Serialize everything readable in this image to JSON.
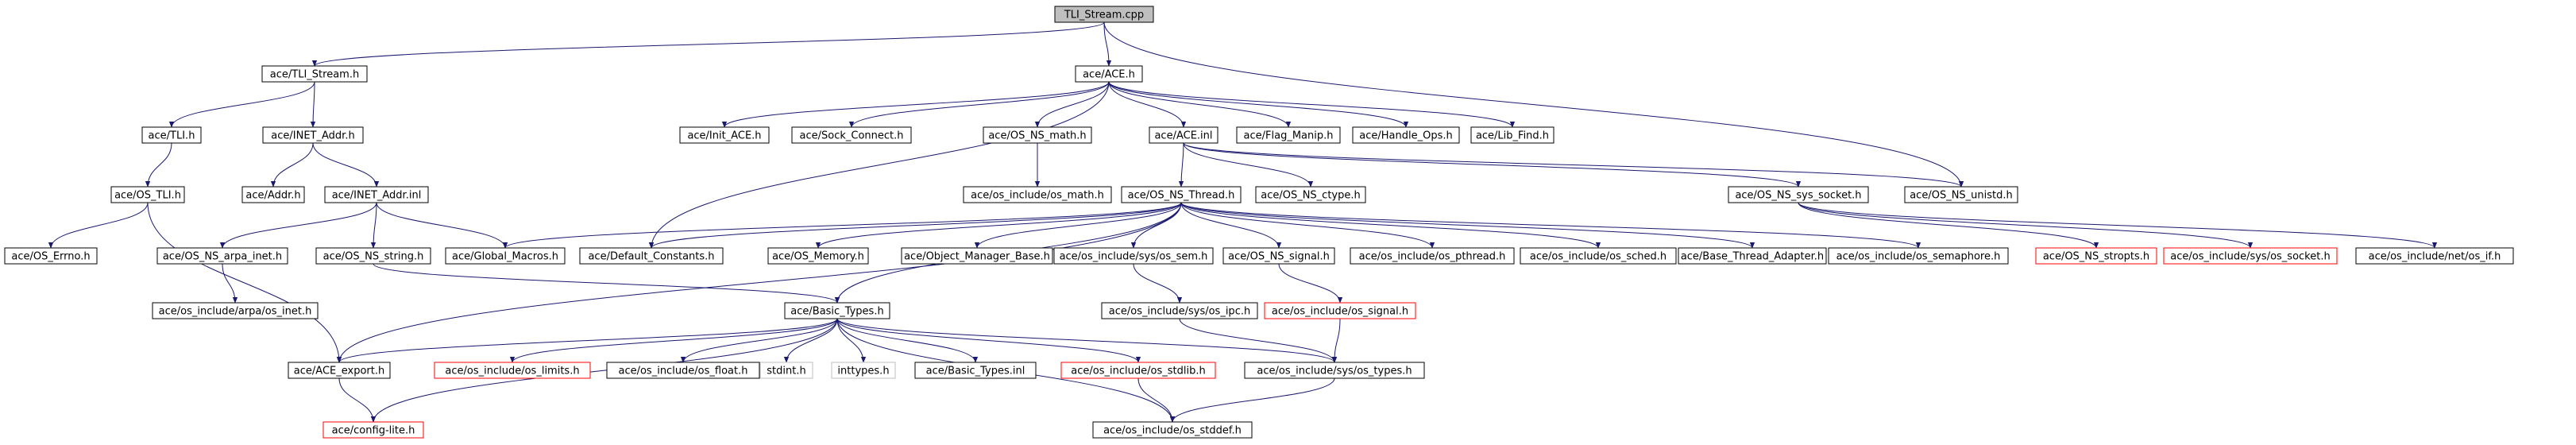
{
  "diagram": {
    "nodes": [
      {
        "id": "tli_stream_cpp",
        "label": "TLI_Stream.cpp",
        "style": "root"
      },
      {
        "id": "tli_stream_h",
        "label": "ace/TLI_Stream.h",
        "style": "normal"
      },
      {
        "id": "ace_h",
        "label": "ace/ACE.h",
        "style": "normal"
      },
      {
        "id": "tli_h",
        "label": "ace/TLI.h",
        "style": "normal"
      },
      {
        "id": "inet_addr_h",
        "label": "ace/INET_Addr.h",
        "style": "normal"
      },
      {
        "id": "init_ace_h",
        "label": "ace/Init_ACE.h",
        "style": "normal"
      },
      {
        "id": "sock_connect_h",
        "label": "ace/Sock_Connect.h",
        "style": "normal"
      },
      {
        "id": "os_ns_math_h",
        "label": "ace/OS_NS_math.h",
        "style": "normal"
      },
      {
        "id": "ace_inl",
        "label": "ace/ACE.inl",
        "style": "normal"
      },
      {
        "id": "flag_manip_h",
        "label": "ace/Flag_Manip.h",
        "style": "normal"
      },
      {
        "id": "handle_ops_h",
        "label": "ace/Handle_Ops.h",
        "style": "normal"
      },
      {
        "id": "lib_find_h",
        "label": "ace/Lib_Find.h",
        "style": "normal"
      },
      {
        "id": "os_tli_h",
        "label": "ace/OS_TLI.h",
        "style": "normal"
      },
      {
        "id": "addr_h",
        "label": "ace/Addr.h",
        "style": "normal"
      },
      {
        "id": "inet_addr_inl",
        "label": "ace/INET_Addr.inl",
        "style": "normal"
      },
      {
        "id": "os_include_math_h",
        "label": "ace/os_include/os_math.h",
        "style": "normal"
      },
      {
        "id": "os_ns_thread_h",
        "label": "ace/OS_NS_Thread.h",
        "style": "normal"
      },
      {
        "id": "os_ns_ctype_h",
        "label": "ace/OS_NS_ctype.h",
        "style": "normal"
      },
      {
        "id": "os_ns_sys_socket_h",
        "label": "ace/OS_NS_sys_socket.h",
        "style": "normal"
      },
      {
        "id": "os_ns_unistd_h",
        "label": "ace/OS_NS_unistd.h",
        "style": "normal"
      },
      {
        "id": "os_errno_h",
        "label": "ace/OS_Errno.h",
        "style": "normal"
      },
      {
        "id": "os_ns_arpa_inet_h",
        "label": "ace/OS_NS_arpa_inet.h",
        "style": "normal"
      },
      {
        "id": "os_ns_string_h",
        "label": "ace/OS_NS_string.h",
        "style": "normal"
      },
      {
        "id": "global_macros_h",
        "label": "ace/Global_Macros.h",
        "style": "normal"
      },
      {
        "id": "default_constants_h",
        "label": "ace/Default_Constants.h",
        "style": "normal"
      },
      {
        "id": "os_memory_h",
        "label": "ace/OS_Memory.h",
        "style": "normal"
      },
      {
        "id": "object_manager_base_h",
        "label": "ace/Object_Manager_Base.h",
        "style": "normal"
      },
      {
        "id": "os_include_sys_sem_h",
        "label": "ace/os_include/sys/os_sem.h",
        "style": "normal"
      },
      {
        "id": "os_ns_signal_h",
        "label": "ace/OS_NS_signal.h",
        "style": "normal"
      },
      {
        "id": "os_include_pthread_h",
        "label": "ace/os_include/os_pthread.h",
        "style": "normal"
      },
      {
        "id": "os_include_sched_h",
        "label": "ace/os_include/os_sched.h",
        "style": "normal"
      },
      {
        "id": "base_thread_adapter_h",
        "label": "ace/Base_Thread_Adapter.h",
        "style": "normal"
      },
      {
        "id": "os_include_semaphore_h",
        "label": "ace/os_include/os_semaphore.h",
        "style": "normal"
      },
      {
        "id": "os_ns_stropts_h",
        "label": "ace/OS_NS_stropts.h",
        "style": "red"
      },
      {
        "id": "os_include_sys_socket_h",
        "label": "ace/os_include/sys/os_socket.h",
        "style": "red"
      },
      {
        "id": "os_include_net_if_h",
        "label": "ace/os_include/net/os_if.h",
        "style": "normal"
      },
      {
        "id": "os_include_arpa_inet_h",
        "label": "ace/os_include/arpa/os_inet.h",
        "style": "normal"
      },
      {
        "id": "basic_types_h",
        "label": "ace/Basic_Types.h",
        "style": "normal"
      },
      {
        "id": "os_include_sys_ipc_h",
        "label": "ace/os_include/sys/os_ipc.h",
        "style": "normal"
      },
      {
        "id": "os_include_signal_h",
        "label": "ace/os_include/os_signal.h",
        "style": "red"
      },
      {
        "id": "ace_export_h",
        "label": "ace/ACE_export.h",
        "style": "normal"
      },
      {
        "id": "os_include_limits_h",
        "label": "ace/os_include/os_limits.h",
        "style": "red"
      },
      {
        "id": "os_include_float_h",
        "label": "ace/os_include/os_float.h",
        "style": "normal"
      },
      {
        "id": "stdint_h",
        "label": "stdint.h",
        "style": "grey"
      },
      {
        "id": "inttypes_h",
        "label": "inttypes.h",
        "style": "grey"
      },
      {
        "id": "basic_types_inl",
        "label": "ace/Basic_Types.inl",
        "style": "normal"
      },
      {
        "id": "os_include_stdlib_h",
        "label": "ace/os_include/os_stdlib.h",
        "style": "red"
      },
      {
        "id": "os_include_sys_types_h",
        "label": "ace/os_include/sys/os_types.h",
        "style": "normal"
      },
      {
        "id": "config_lite_h",
        "label": "ace/config-lite.h",
        "style": "red"
      },
      {
        "id": "os_include_stddef_h",
        "label": "ace/os_include/os_stddef.h",
        "style": "normal"
      }
    ],
    "edges": [
      [
        "tli_stream_cpp",
        "tli_stream_h"
      ],
      [
        "tli_stream_cpp",
        "ace_h"
      ],
      [
        "tli_stream_cpp",
        "os_ns_unistd_h"
      ],
      [
        "tli_stream_h",
        "tli_h"
      ],
      [
        "tli_stream_h",
        "inet_addr_h"
      ],
      [
        "ace_h",
        "init_ace_h"
      ],
      [
        "ace_h",
        "sock_connect_h"
      ],
      [
        "ace_h",
        "default_constants_h"
      ],
      [
        "ace_h",
        "os_ns_math_h"
      ],
      [
        "ace_h",
        "ace_inl"
      ],
      [
        "ace_h",
        "flag_manip_h"
      ],
      [
        "ace_h",
        "handle_ops_h"
      ],
      [
        "ace_h",
        "lib_find_h"
      ],
      [
        "tli_h",
        "os_tli_h"
      ],
      [
        "inet_addr_h",
        "addr_h"
      ],
      [
        "inet_addr_h",
        "inet_addr_inl"
      ],
      [
        "os_ns_math_h",
        "os_include_math_h"
      ],
      [
        "ace_inl",
        "os_ns_thread_h"
      ],
      [
        "ace_inl",
        "os_ns_ctype_h"
      ],
      [
        "ace_inl",
        "os_ns_sys_socket_h"
      ],
      [
        "ace_inl",
        "os_ns_unistd_h"
      ],
      [
        "os_tli_h",
        "os_errno_h"
      ],
      [
        "os_tli_h",
        "ace_export_h"
      ],
      [
        "inet_addr_inl",
        "os_ns_arpa_inet_h"
      ],
      [
        "inet_addr_inl",
        "os_ns_string_h"
      ],
      [
        "inet_addr_inl",
        "global_macros_h"
      ],
      [
        "os_ns_arpa_inet_h",
        "os_include_arpa_inet_h"
      ],
      [
        "os_ns_string_h",
        "basic_types_h"
      ],
      [
        "os_ns_thread_h",
        "global_macros_h"
      ],
      [
        "os_ns_thread_h",
        "default_constants_h"
      ],
      [
        "os_ns_thread_h",
        "os_memory_h"
      ],
      [
        "os_ns_thread_h",
        "object_manager_base_h"
      ],
      [
        "os_ns_thread_h",
        "os_include_sys_sem_h"
      ],
      [
        "os_ns_thread_h",
        "os_ns_signal_h"
      ],
      [
        "os_ns_thread_h",
        "os_include_pthread_h"
      ],
      [
        "os_ns_thread_h",
        "os_include_sched_h"
      ],
      [
        "os_ns_thread_h",
        "base_thread_adapter_h"
      ],
      [
        "os_ns_thread_h",
        "os_include_semaphore_h"
      ],
      [
        "os_ns_thread_h",
        "basic_types_h"
      ],
      [
        "os_ns_thread_h",
        "ace_export_h"
      ],
      [
        "os_ns_sys_socket_h",
        "os_ns_stropts_h"
      ],
      [
        "os_ns_sys_socket_h",
        "os_include_sys_socket_h"
      ],
      [
        "os_ns_sys_socket_h",
        "os_include_net_if_h"
      ],
      [
        "os_include_sys_sem_h",
        "os_include_sys_ipc_h"
      ],
      [
        "os_ns_signal_h",
        "os_include_signal_h"
      ],
      [
        "os_include_sys_ipc_h",
        "os_include_sys_types_h"
      ],
      [
        "os_include_signal_h",
        "os_include_sys_types_h"
      ],
      [
        "basic_types_h",
        "ace_export_h"
      ],
      [
        "basic_types_h",
        "config_lite_h"
      ],
      [
        "basic_types_h",
        "os_include_limits_h"
      ],
      [
        "basic_types_h",
        "os_include_float_h"
      ],
      [
        "basic_types_h",
        "stdint_h"
      ],
      [
        "basic_types_h",
        "inttypes_h"
      ],
      [
        "basic_types_h",
        "basic_types_inl"
      ],
      [
        "basic_types_h",
        "os_include_stdlib_h"
      ],
      [
        "basic_types_h",
        "os_include_sys_types_h"
      ],
      [
        "basic_types_h",
        "os_include_stddef_h"
      ],
      [
        "ace_export_h",
        "config_lite_h"
      ],
      [
        "os_include_stdlib_h",
        "os_include_stddef_h"
      ],
      [
        "os_include_sys_types_h",
        "os_include_stddef_h"
      ]
    ]
  }
}
